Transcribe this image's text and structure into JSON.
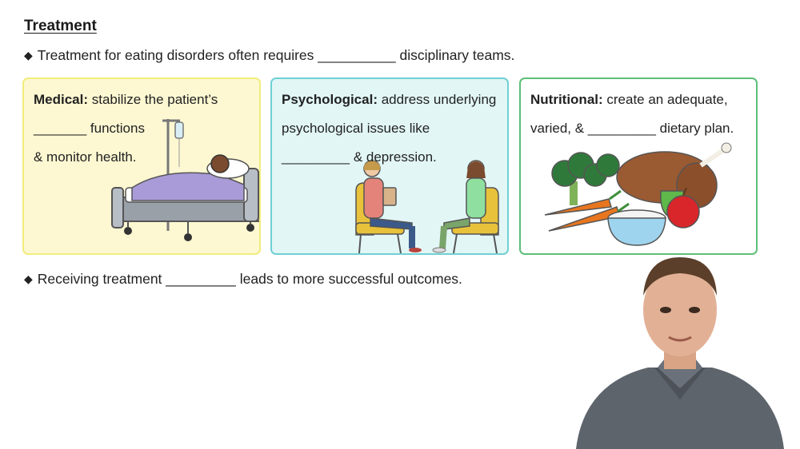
{
  "title": "Treatment",
  "bullets": {
    "first": "Treatment for eating disorders often requires __________ disciplinary teams.",
    "second": "Receiving treatment _________ leads to more successful outcomes."
  },
  "cards": {
    "medical": {
      "heading": "Medical:",
      "line1": " stabilize the patient’s",
      "line2": "_______ functions",
      "line3": "& monitor health.",
      "illustration": "hospital-bed-icon"
    },
    "psychological": {
      "heading": "Psychological:",
      "line1": " address underlying",
      "line2": "psychological issues like",
      "line3": "_________ & depression.",
      "illustration": "therapy-session-icon"
    },
    "nutritional": {
      "heading": "Nutritional:",
      "line1": " create an adequate,",
      "line2": "varied, & _________ dietary plan.",
      "illustration": "healthy-food-icon"
    }
  },
  "colors": {
    "medical_border": "#f1ec7c",
    "medical_bg": "#fdf8d2",
    "psych_border": "#6fd0d5",
    "psych_bg": "#e2f6f6",
    "nutri_border": "#5cbf78"
  }
}
